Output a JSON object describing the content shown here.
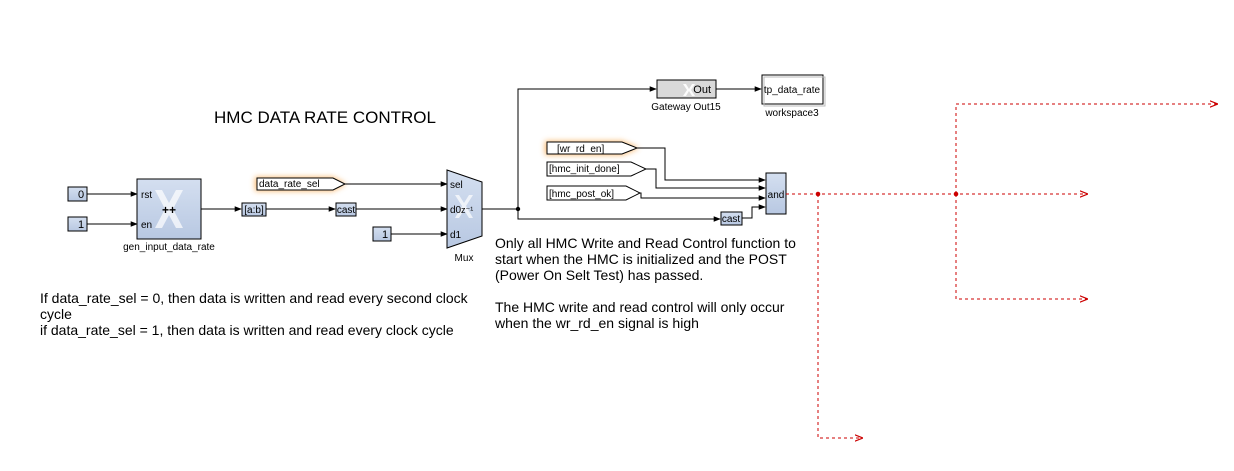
{
  "title": "HMC DATA RATE CONTROL",
  "blocks": {
    "const_0": "0",
    "const_1": "1",
    "counter_name": "gen_input_data_rate",
    "counter_port_rst": "rst",
    "counter_port_en": "en",
    "counter_symbol": "++",
    "slice": "[a:b]",
    "from_data_rate_sel": "data_rate_sel",
    "cast1": "cast",
    "mux_name": "Mux",
    "mux_port_sel": "sel",
    "mux_port_d0": "d0",
    "mux_port_d1": "d1",
    "mux_delay": "z⁻¹",
    "const_mux_d1": "1",
    "gateway_label": "Out",
    "gateway_name": "Gateway Out15",
    "workspace_label": "tp_data_rate",
    "workspace_name": "workspace3",
    "from_wr_rd_en": "[wr_rd_en]",
    "from_hmc_init_done": "[hmc_init_done]",
    "from_hmc_post_ok": "[hmc_post_ok]",
    "cast2": "cast",
    "and_label": "and"
  },
  "notes": {
    "left": "If data_rate_sel = 0, then data is written and read every second clock cycle\nif data_rate_sel = 1, then data is written and read every clock cycle",
    "right": "Only all HMC Write and Read Control function to start when the HMC is initialized and the POST (Power On Selt Test) has passed.\n\nThe HMC write and read control will only occur when the wr_rd_en signal is high"
  },
  "colors": {
    "block_fill": "#c5d3e8",
    "line": "#000000",
    "signal_red": "#cc0000",
    "glow": "#f7a64a",
    "gateway_fill": "#d9d9d9"
  }
}
